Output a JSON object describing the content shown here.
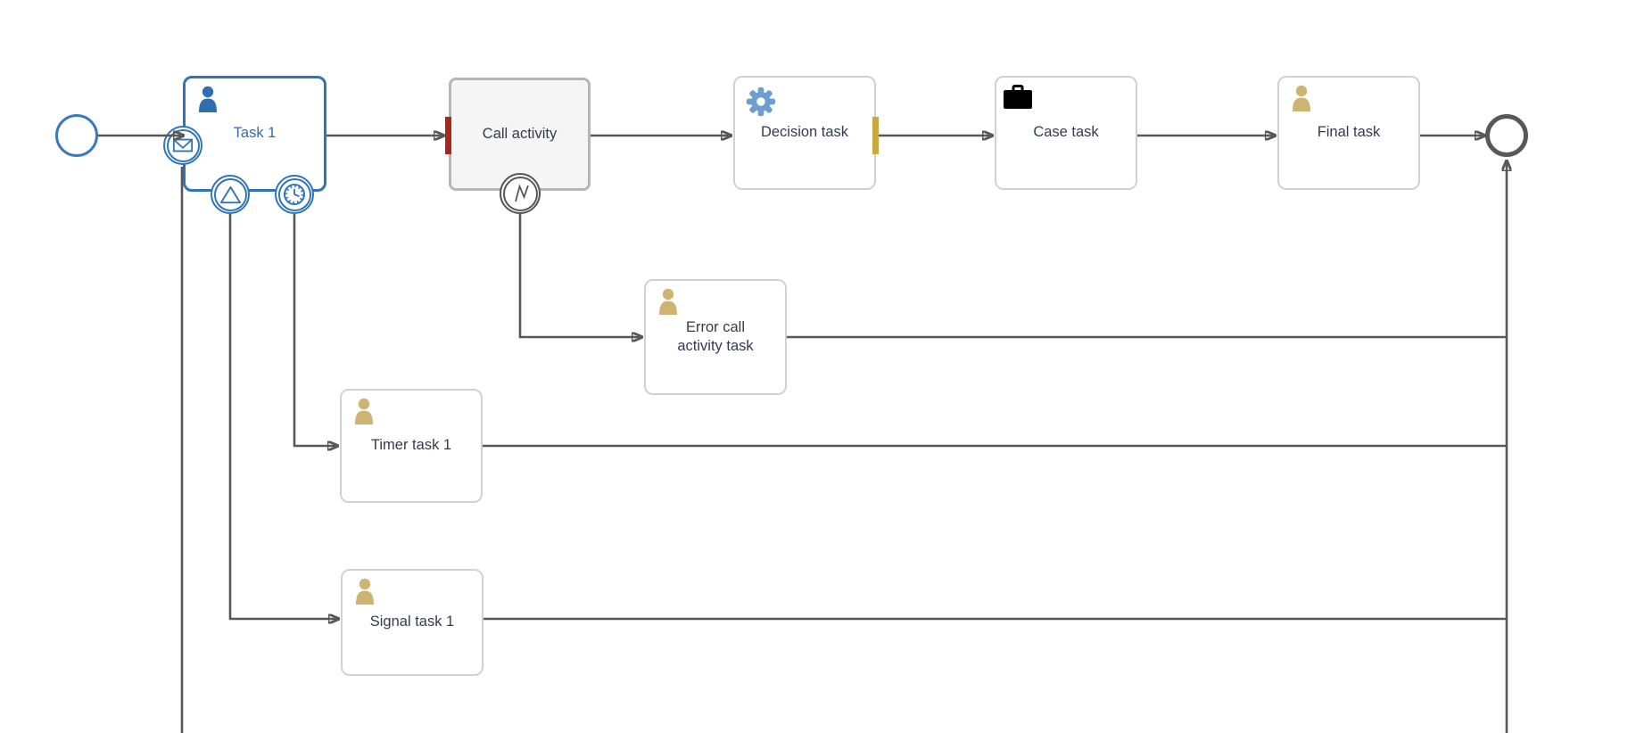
{
  "diagram": {
    "kind": "bpmn-process-canvas",
    "background": "#ffffff"
  },
  "colors": {
    "selected_blue": "#3074B8",
    "selected_label_blue": "#2D6CB6",
    "user_icon_tan": "#CDB472",
    "user_icon_blue": "#2E6FAE",
    "task_border_gray": "#D1D1D3",
    "call_activity_border": "#B6B6B8",
    "call_activity_fill": "#F5F5F6",
    "flow_gray": "#58585A",
    "label_text": "#333B4E",
    "error_bar_red": "#A7271C",
    "warning_bar_yellow": "#C9A83F",
    "gear_blue": "#6E9ECF",
    "case_icon_black": "#000000"
  },
  "icons": {
    "user": "person-silhouette",
    "service": "gear",
    "case": "briefcase",
    "message": "envelope",
    "timer": "clock",
    "signal": "triangle",
    "error": "lightning-bolt"
  },
  "events": {
    "start": {
      "type": "start-event"
    },
    "end": {
      "type": "end-event"
    },
    "boundary_message": {
      "type": "message-boundary-event",
      "attached_to": "Task 1"
    },
    "boundary_signal": {
      "type": "signal-boundary-event",
      "attached_to": "Task 1"
    },
    "boundary_timer": {
      "type": "timer-boundary-event",
      "attached_to": "Task 1"
    },
    "boundary_error": {
      "type": "error-boundary-event",
      "attached_to": "Call activity"
    }
  },
  "tasks": {
    "task1": {
      "label": "Task 1",
      "type": "user-task",
      "selected": true
    },
    "call_activity": {
      "label": "Call activity",
      "type": "call-activity"
    },
    "decision_task": {
      "label": "Decision task",
      "type": "service-task"
    },
    "case_task": {
      "label": "Case task",
      "type": "case-task"
    },
    "final_task": {
      "label": "Final task",
      "type": "user-task"
    },
    "error_call_activity_task": {
      "label": "Error call activity task",
      "type": "user-task"
    },
    "timer_task_1": {
      "label": "Timer task 1",
      "type": "user-task"
    },
    "signal_task_1": {
      "label": "Signal task 1",
      "type": "user-task"
    }
  }
}
